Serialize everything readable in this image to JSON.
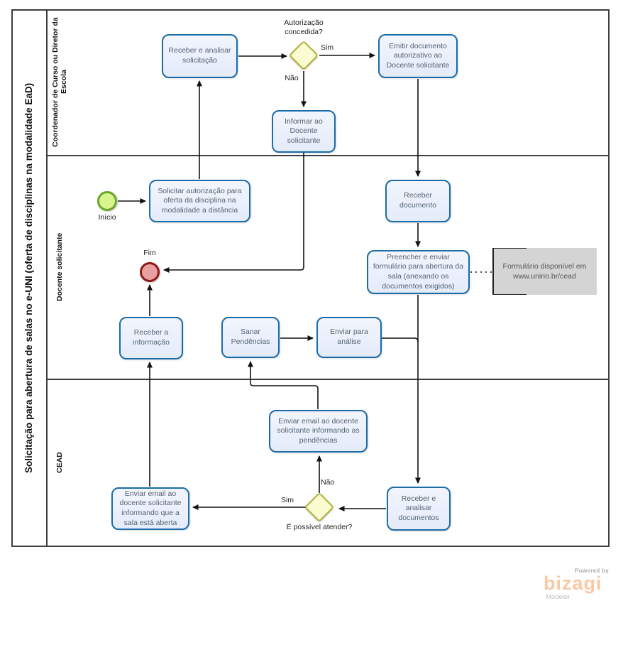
{
  "pool_title": "Solicitação para abertura de salas no e-UNI (oferta de disciplinas na modalidade EaD)",
  "lanes": [
    {
      "label": "Coordenador de Curso ou Diretor da Escola"
    },
    {
      "label": "Docente  solicitante"
    },
    {
      "label": "CEAD"
    }
  ],
  "events": {
    "start_label": "Início",
    "end_label": "Fim"
  },
  "tasks": {
    "receber_analisar_solicitacao": "Receber  e analisar solicitação",
    "emitir_documento": "Emitir documento autorizativo ao Docente solicitante",
    "informar_docente": "Informar ao Docente solicitante",
    "solicitar_autorizacao": "Solicitar autorização para oferta da disciplina na modalidade a distância",
    "receber_documento": "Receber documento",
    "preencher_enviar": "Preencher e enviar formulário para abertura da sala (anexando os documentos exigidos)",
    "receber_informacao": "Receber a informação",
    "sanar_pendencias": "Sanar Pendências",
    "enviar_analise": "Enviar para análise",
    "enviar_email_pendencias": "Enviar email ao docente solicitante informando as pendências",
    "enviar_email_sala": "Enviar email ao docente solicitante informando que a sala está aberta",
    "receber_analisar_documentos": "Receber e analisar documentos"
  },
  "gateways": {
    "autorizacao": {
      "question": "Autorização concedida?",
      "yes": "Sim",
      "no": "Não"
    },
    "possivel": {
      "question": "É possível atender?",
      "yes": "Sim",
      "no": "Não"
    }
  },
  "annotation": "Formulário disponível em www.unirio.br/cead",
  "logo": {
    "powered_by": "Powered by",
    "brand": "bizagi",
    "subtitle": "Modeler"
  },
  "colors": {
    "task_border": "#1b6ca8",
    "task_fill": "#e8eefb",
    "gateway_border": "#b0b03a",
    "gateway_fill": "#fbfbd2",
    "start_border": "#6aa724",
    "start_fill": "#d6f58e",
    "end_border": "#8e1a1a",
    "end_fill": "#e9a0a0",
    "annotation_fill": "#d4d4d4",
    "lane_border": "#3d3d3d",
    "brand": "#f8c9a2"
  }
}
